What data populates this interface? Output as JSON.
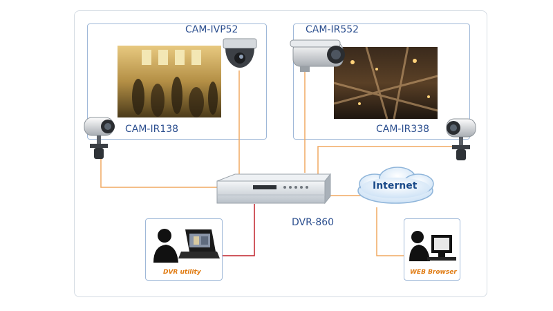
{
  "cameras": {
    "cam_ivp52": "CAM-IVP52",
    "cam_ir552": "CAM-IR552",
    "cam_ir138": "CAM-IR138",
    "cam_ir338": "CAM-IR338"
  },
  "dvr": {
    "label": "DVR-860"
  },
  "internet": {
    "label": "Internet"
  },
  "clients": {
    "dvr_utility": "DVR utility",
    "web_browser": "WEB Browser"
  },
  "colors": {
    "label_blue": "#2c4f8f",
    "orange_line": "#f0a860",
    "red_line": "#c0202a",
    "caption_orange": "#e07a10",
    "panel_border": "#9fb8d8"
  }
}
